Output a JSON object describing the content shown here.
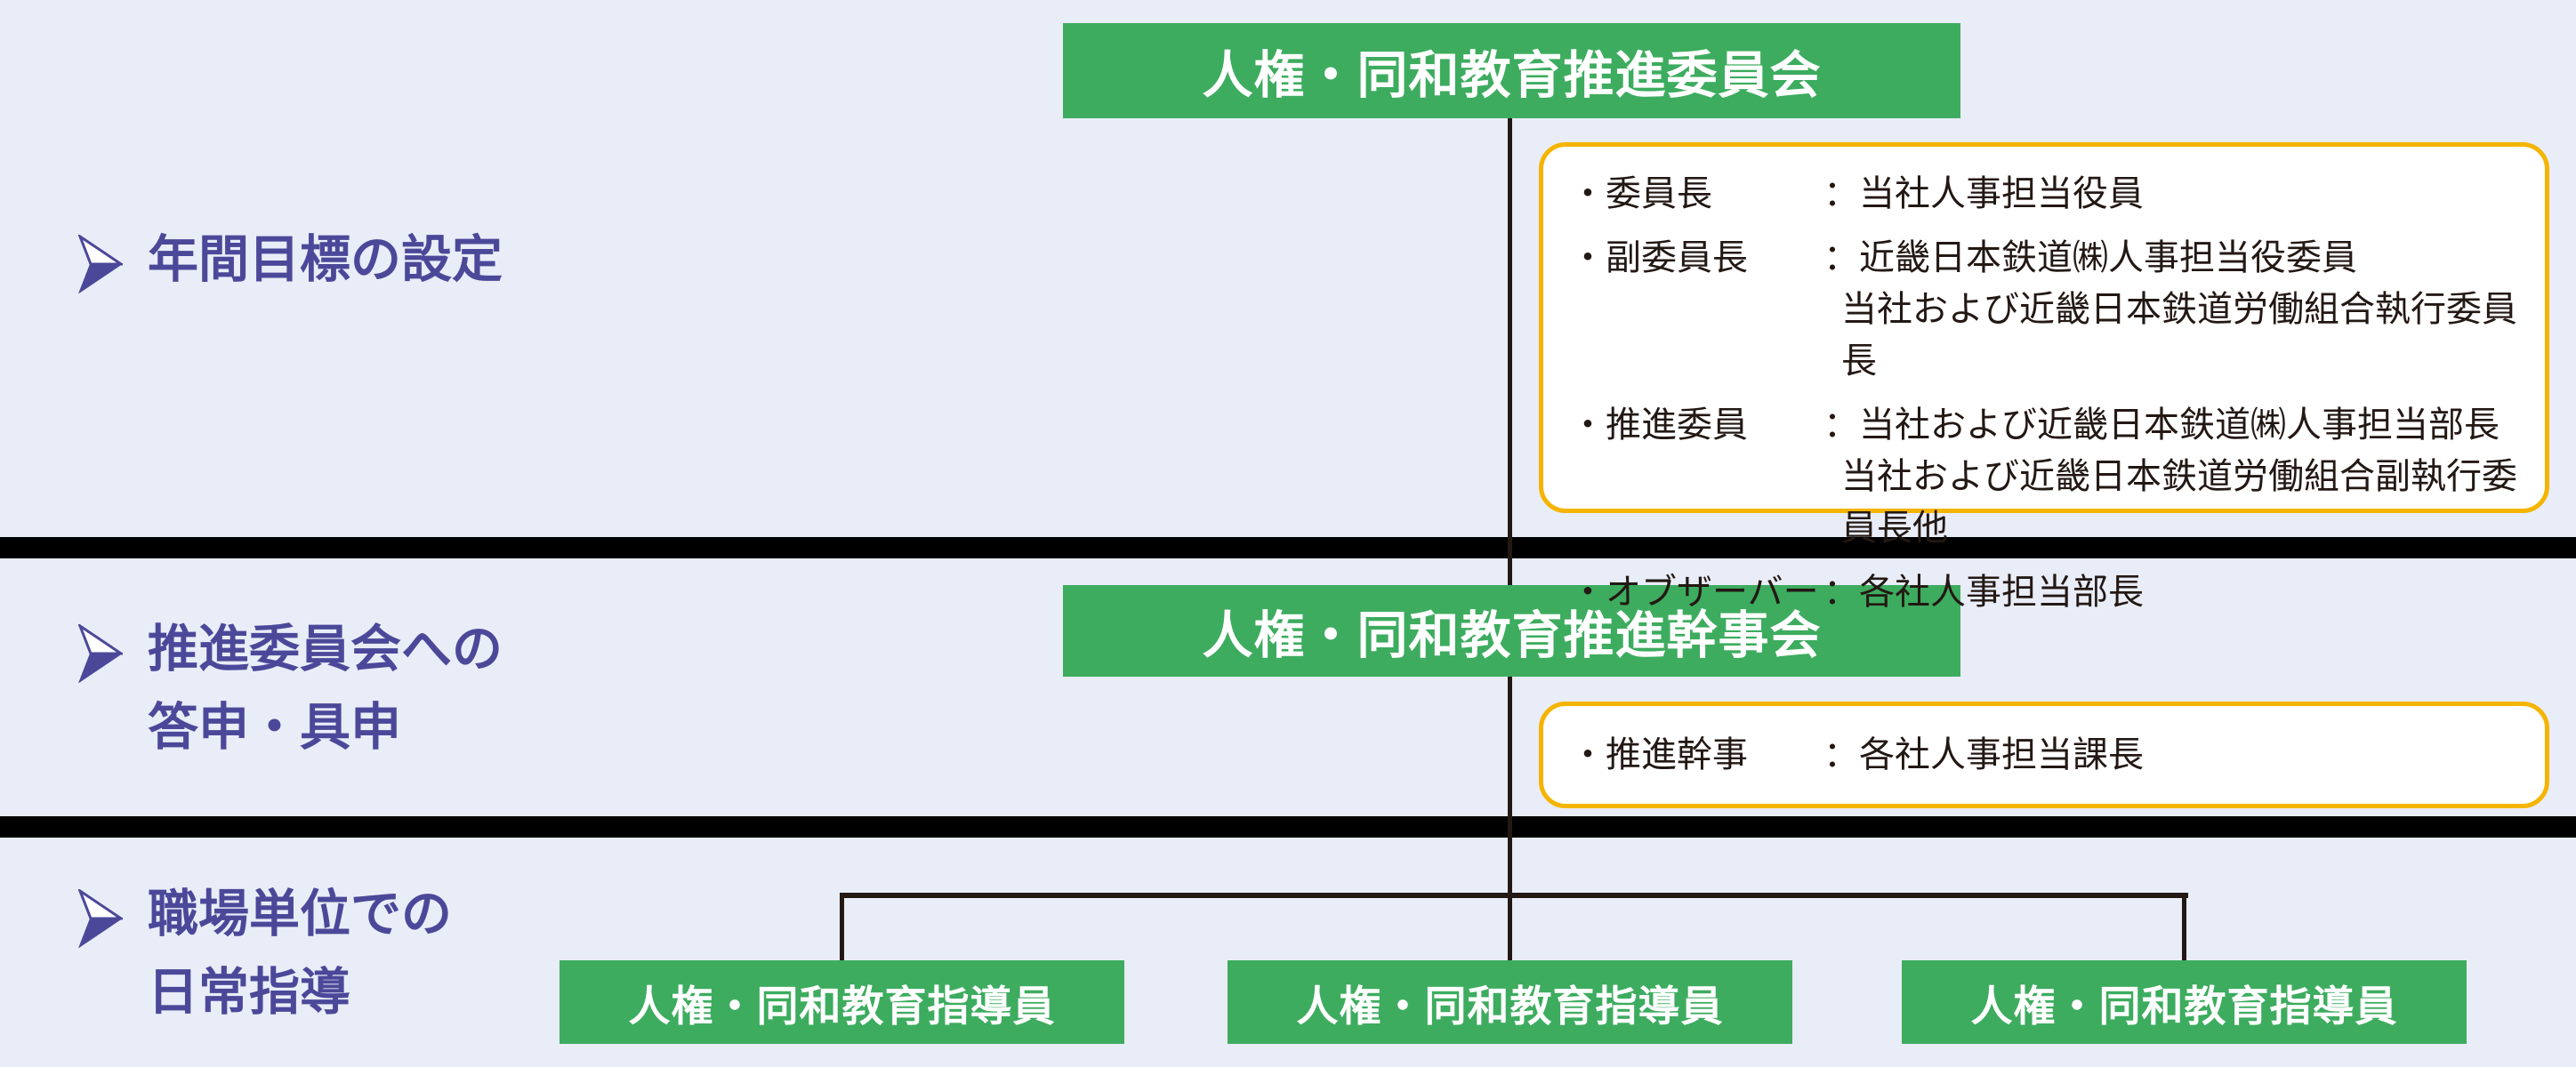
{
  "colors": {
    "background": "#e9edf8",
    "node_green": "#3dac5f",
    "label_purple": "#4c4899",
    "note_border_yellow": "#f4b400",
    "divider_black": "#000000",
    "connector_dark": "#231814",
    "note_text": "#231814",
    "node_text": "#ffffff"
  },
  "side_labels": [
    {
      "lines": [
        "年間目標の設定"
      ]
    },
    {
      "lines": [
        "推進委員会への",
        "答申・具申"
      ]
    },
    {
      "lines": [
        "職場単位での",
        "日常指導"
      ]
    }
  ],
  "org": {
    "top_box": "人権・同和教育推進委員会",
    "middle_box": "人権・同和教育推進幹事会",
    "bottom_boxes": [
      "人権・同和教育指導員",
      "人権・同和教育指導員",
      "人権・同和教育指導員"
    ]
  },
  "committee_note": {
    "rows": [
      {
        "label": "・委員長",
        "lines": [
          "：当社人事担当役員"
        ]
      },
      {
        "label": "・副委員長",
        "lines": [
          "：近畿日本鉄道㈱人事担当役委員",
          "当社および近畿日本鉄道労働組合執行委員長"
        ]
      },
      {
        "label": "・推進委員",
        "lines": [
          "：当社および近畿日本鉄道㈱人事担当部長",
          "当社および近畿日本鉄道労働組合副執行委員長他"
        ]
      },
      {
        "label": "・オブザーバー",
        "lines": [
          "：各社人事担当部長"
        ]
      }
    ]
  },
  "secretariat_note": {
    "rows": [
      {
        "label": "・推進幹事",
        "lines": [
          "：各社人事担当課長"
        ]
      }
    ]
  }
}
